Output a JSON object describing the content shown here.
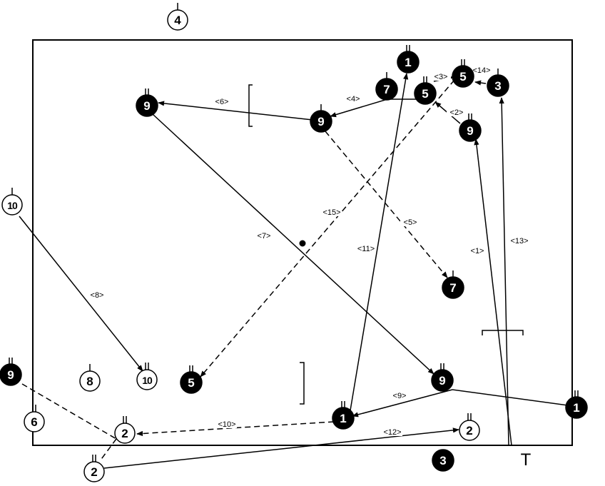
{
  "players": [
    {
      "id": "o4",
      "number": "4",
      "team": "white",
      "marks": 1
    },
    {
      "id": "b1top",
      "number": "1",
      "team": "black",
      "marks": 2
    },
    {
      "id": "b5top",
      "number": "5",
      "team": "black",
      "marks": 2
    },
    {
      "id": "b3top",
      "number": "3",
      "team": "black",
      "marks": 1
    },
    {
      "id": "b7top",
      "number": "7",
      "team": "black",
      "marks": 1
    },
    {
      "id": "b5mid",
      "number": "5",
      "team": "black",
      "marks": 2
    },
    {
      "id": "b9left",
      "number": "9",
      "team": "black",
      "marks": 2
    },
    {
      "id": "b9mid",
      "number": "9",
      "team": "black",
      "marks": 1
    },
    {
      "id": "b9right",
      "number": "9",
      "team": "black",
      "marks": 2
    },
    {
      "id": "o10left",
      "number": "10",
      "team": "white",
      "marks": 1
    },
    {
      "id": "b7low",
      "number": "7",
      "team": "black",
      "marks": 1
    },
    {
      "id": "b9edge",
      "number": "9",
      "team": "black",
      "marks": 2
    },
    {
      "id": "o6",
      "number": "6",
      "team": "white",
      "marks": 2
    },
    {
      "id": "o8",
      "number": "8",
      "team": "white",
      "marks": 1
    },
    {
      "id": "o10b",
      "number": "10",
      "team": "white",
      "marks": 2
    },
    {
      "id": "b5low",
      "number": "5",
      "team": "black",
      "marks": 2
    },
    {
      "id": "b9low",
      "number": "9",
      "team": "black",
      "marks": 2
    },
    {
      "id": "b1right",
      "number": "1",
      "team": "black",
      "marks": 2
    },
    {
      "id": "b1low",
      "number": "1",
      "team": "black",
      "marks": 2
    },
    {
      "id": "o2left",
      "number": "2",
      "team": "white",
      "marks": 2
    },
    {
      "id": "o2right",
      "number": "2",
      "team": "white",
      "marks": 2
    },
    {
      "id": "o2bottom",
      "number": "2",
      "team": "white",
      "marks": 2
    },
    {
      "id": "b3bottom",
      "number": "3",
      "team": "black",
      "marks": 0
    }
  ],
  "moves": [
    {
      "label": "<1>",
      "style": "solid"
    },
    {
      "label": "<2>",
      "style": "solid"
    },
    {
      "label": "<3>",
      "style": "solid"
    },
    {
      "label": "<4>",
      "style": "solid"
    },
    {
      "label": "<5>",
      "style": "dashed"
    },
    {
      "label": "<6>",
      "style": "solid"
    },
    {
      "label": "<7>",
      "style": "solid"
    },
    {
      "label": "<8>",
      "style": "solid"
    },
    {
      "label": "<9>",
      "style": "solid"
    },
    {
      "label": "<10>",
      "style": "dashed"
    },
    {
      "label": "<11>",
      "style": "solid"
    },
    {
      "label": "<12>",
      "style": "solid"
    },
    {
      "label": "<13>",
      "style": "solid"
    },
    {
      "label": "<14>",
      "style": "solid"
    },
    {
      "label": "<15>",
      "style": "dashed"
    }
  ],
  "start_marker": "T"
}
